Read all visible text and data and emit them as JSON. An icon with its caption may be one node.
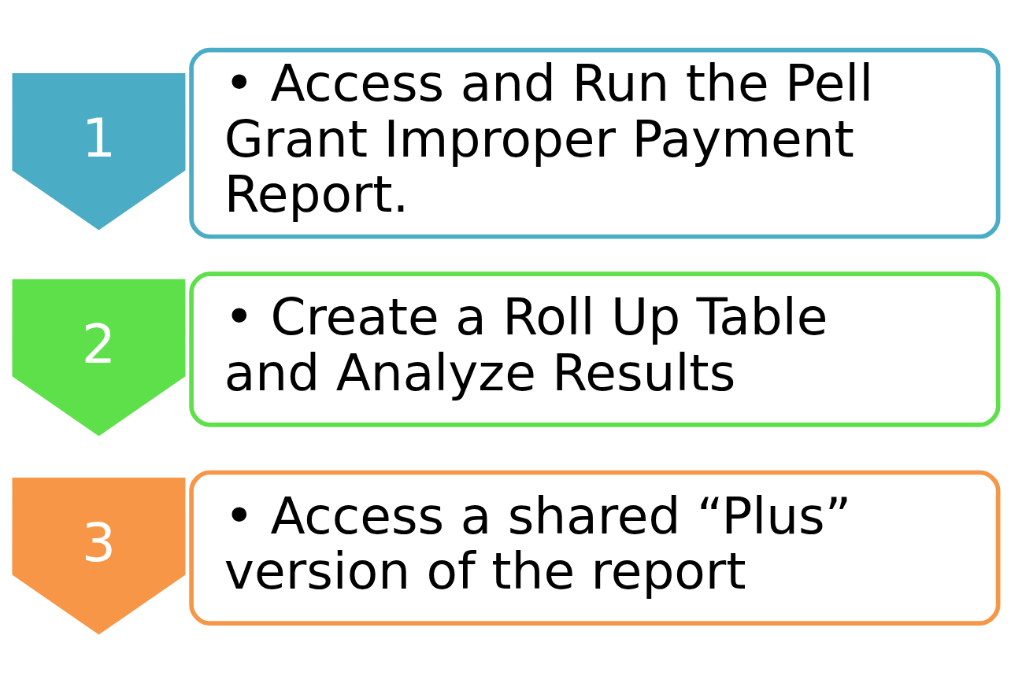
{
  "diagram": {
    "nodes": [
      {
        "text": [
          "1"
        ]
      },
      {
        "text": [
          "• Access and Run the Pell Grant Improper Payment Report."
        ]
      },
      {
        "text": [
          "2"
        ]
      },
      {
        "text": [
          "• Create a Roll Up Table and Analyze Results"
        ]
      },
      {
        "text": [
          "3"
        ]
      },
      {
        "text": [
          "• Access a shared “Plus” version of the report"
        ]
      }
    ],
    "edges": []
  }
}
